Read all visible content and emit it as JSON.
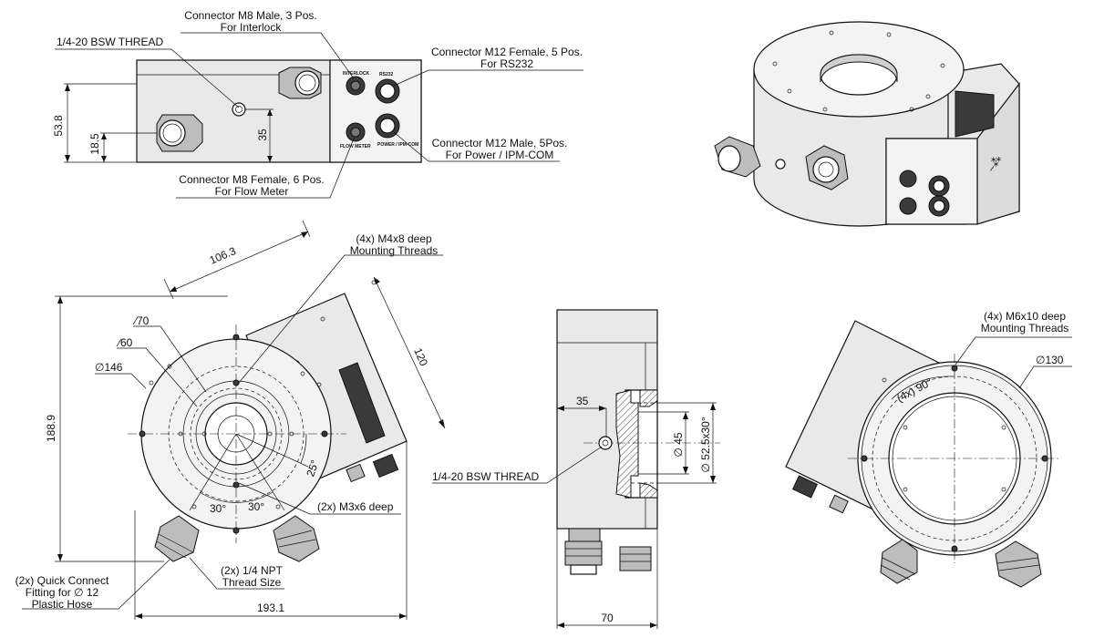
{
  "callouts": {
    "bsw_thread_top": "1/4-20 BSW THREAD",
    "m8_male_l1": "Connector M8 Male, 3 Pos.",
    "m8_male_l2": "For Interlock",
    "m12_female_l1": "Connector M12 Female, 5 Pos.",
    "m12_female_l2": "For RS232",
    "m12_male_l1": "Connector M12 Male, 5Pos.",
    "m12_male_l2": "For Power / IPM-COM",
    "m8_female_l1": "Connector M8 Female, 6 Pos.",
    "m8_female_l2": "For Flow Meter",
    "m4_l1": "(4x) M4x8 deep",
    "m4_l2": "Mounting Threads",
    "m3": "(2x) M3x6 deep",
    "npt_l1": "(2x) 1/4 NPT",
    "npt_l2": "Thread Size",
    "quick_l1": "(2x) Quick Connect",
    "quick_l2": "Fitting for ∅ 12",
    "quick_l3": "Plastic Hose",
    "bsw_thread_side": "1/4-20 BSW THREAD",
    "m6_l1": "(4x) M6x10 deep",
    "m6_l2": "Mounting Threads"
  },
  "panel_labels": {
    "interlock": "INTERLOCK",
    "rs232": "RS232",
    "flow_meter": "FLOW METER",
    "power": "POWER / IPM-COM"
  },
  "dimensions": {
    "height_53_8": "53.8",
    "height_18_5": "18.5",
    "height_35_top": "35",
    "len_106_3": "106.3",
    "len_120": "120",
    "dia_70": "∕70",
    "dia_60": "∕60",
    "dia_146": "∅146",
    "height_188_9": "188.9",
    "angle_25": "25°",
    "angle_30_left": "30°",
    "angle_30_right": "30°",
    "width_193_1": "193.1",
    "len_35_side": "35",
    "dia_45": "∅ 45",
    "dia_52_5": "∅ 52.5x30°",
    "width_70": "70",
    "dia_130": "∅130",
    "angle_90": "(4x) 90°"
  },
  "colors": {
    "line": "#111111",
    "body_fill": "#e9e9e9",
    "dark_fill": "#3a3a3a"
  },
  "icons": [
    "m8-connector-icon",
    "m12-connector-icon",
    "hose-fitting-icon",
    "logo-icon"
  ]
}
